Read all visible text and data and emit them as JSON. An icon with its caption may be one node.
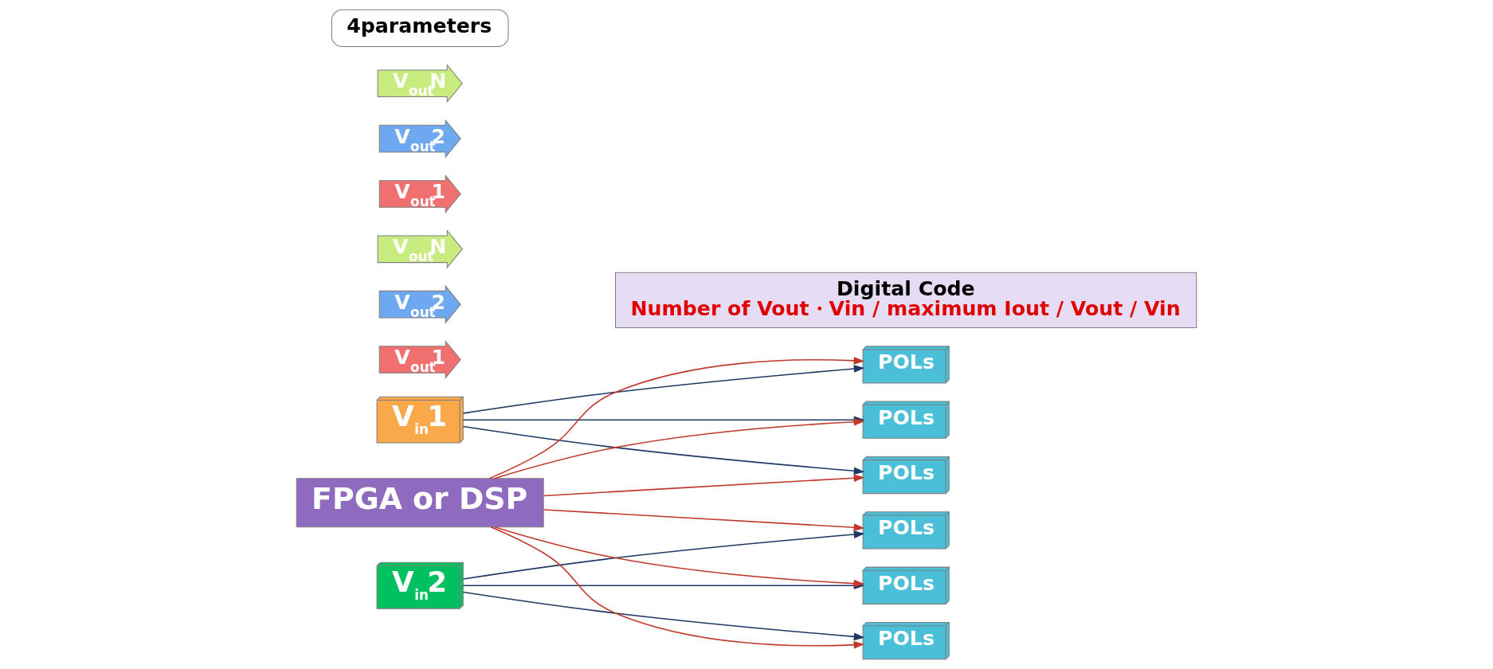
{
  "diagram": {
    "nodes": [
      {
        "text": [
          "V$_{in}$1"
        ]
      },
      {
        "text": [
          "POLs"
        ]
      },
      {
        "text": [
          "POLs"
        ]
      },
      {
        "text": [
          "POLs"
        ]
      },
      {
        "text": [
          "V$_{out}$1"
        ]
      },
      {
        "text": [
          "V$_{out}$2"
        ]
      },
      {
        "text": [
          "V$_{out}$N"
        ]
      },
      {
        "text": [
          "V$_{in}$2"
        ]
      },
      {
        "text": [
          "POLs"
        ]
      },
      {
        "text": [
          "POLs"
        ]
      },
      {
        "text": [
          "POLs"
        ]
      },
      {
        "text": [
          "V$_{out}$1"
        ]
      },
      {
        "text": [
          "V$_{out}$2"
        ]
      },
      {
        "text": [
          "V$_{out}$N"
        ]
      },
      {
        "text": [
          "FPGA or DSP"
        ]
      },
      {
        "text": [
          "Digital Code",
          "Number of Vout・Vin / maximum Iout / Vout / Vin"
        ]
      },
      {
        "text": [
          "4parameters"
        ]
      }
    ],
    "edges": [
      {
        "from": 0,
        "to": 1,
        "arrow": "to"
      },
      {
        "from": 0,
        "to": 2,
        "arrow": "to"
      },
      {
        "from": 0,
        "to": 3,
        "arrow": "to"
      },
      {
        "from": 7,
        "to": 8,
        "arrow": "to"
      },
      {
        "from": 7,
        "to": 9,
        "arrow": "to"
      },
      {
        "from": 7,
        "to": 10,
        "arrow": "to"
      },
      {
        "from": 14,
        "to": 1,
        "arrow": "to",
        "color": "#c0392b"
      },
      {
        "from": 14,
        "to": 2,
        "arrow": "to",
        "color": "#c0392b"
      },
      {
        "from": 14,
        "to": 3,
        "arrow": "to",
        "color": "#c0392b"
      },
      {
        "from": 14,
        "to": 8,
        "arrow": "to",
        "color": "#c0392b"
      },
      {
        "from": 14,
        "to": 9,
        "arrow": "to",
        "color": "#c0392b"
      },
      {
        "from": 14,
        "to": 10,
        "arrow": "to",
        "color": "#c0392b"
      }
    ]
  }
}
